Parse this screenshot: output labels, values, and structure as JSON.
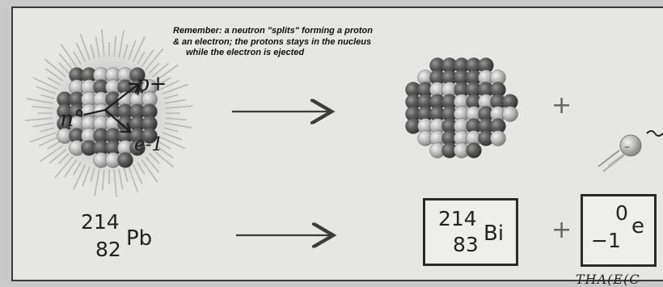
{
  "note": {
    "line1": "Remember: a neutron \"splits\" forming a proton",
    "line2": "& an electron; the protons stays in the nucleus",
    "line3": "while the electron is ejected"
  },
  "annotations": {
    "neutron": "n°",
    "proton": "p+",
    "electron": "e-1"
  },
  "reactant": {
    "mass": "214",
    "atomic": "82",
    "symbol": "Pb"
  },
  "product": {
    "mass": "214",
    "atomic": "83",
    "symbol": "Bi"
  },
  "particle": {
    "mass": "0",
    "charge": "−1",
    "symbol": "e"
  },
  "operators": {
    "plus_top": "+",
    "plus_bottom": "+"
  },
  "margin_scrawl": "THA(E(C"
}
